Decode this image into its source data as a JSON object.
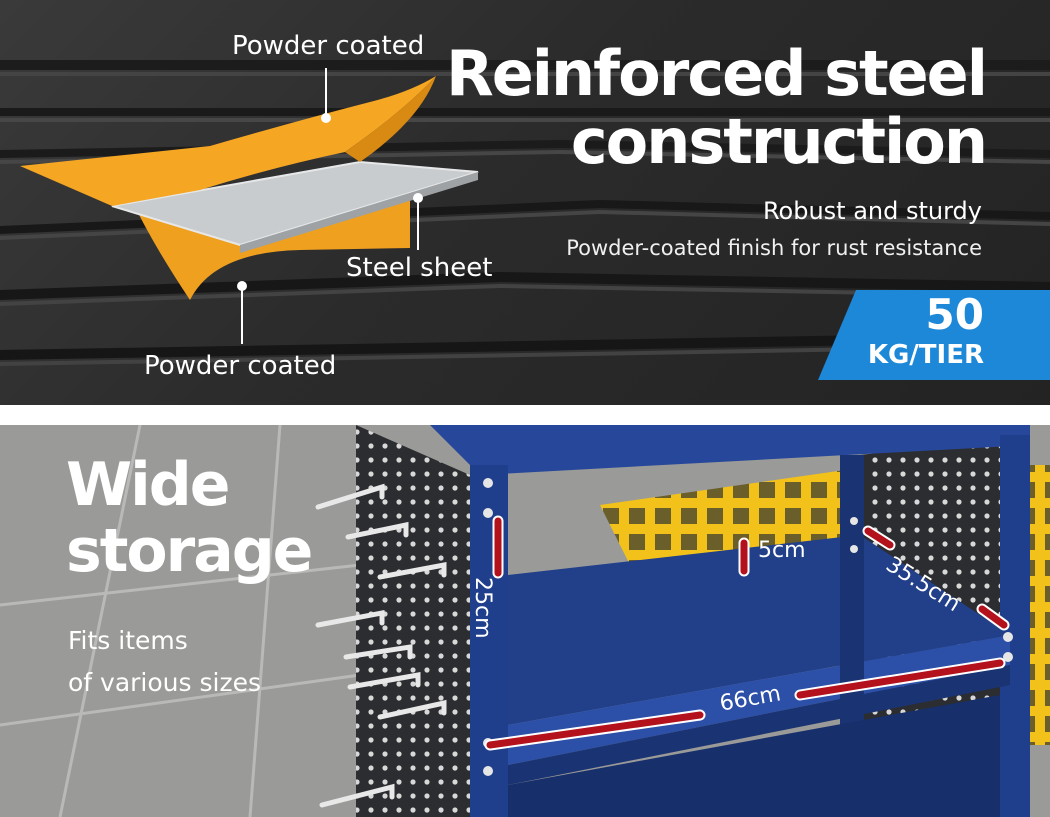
{
  "top_panel": {
    "headline_line1": "Reinforced steel",
    "headline_line2": "construction",
    "subtitle": "Robust and sturdy",
    "description": "Powder-coated finish for rust resistance",
    "badge": {
      "number": "50",
      "unit": "KG/TIER"
    },
    "layer_labels": {
      "top": "Powder coated",
      "middle": "Steel sheet",
      "bottom": "Powder coated"
    },
    "colors": {
      "badge": "#1e88d8",
      "coating": "#f5a623",
      "steel": "#c9ccce"
    }
  },
  "bottom_panel": {
    "title_line1": "Wide",
    "title_line2": "storage",
    "caption_line1": "Fits items",
    "caption_line2": "of various sizes",
    "dimensions": {
      "height": "25cm",
      "lip": "5cm",
      "depth": "35.5cm",
      "width": "66cm"
    },
    "colors": {
      "cart": "#1f3f8c",
      "marker": "#b3121c",
      "grate": "#f2c21a",
      "pegboard": "#2b2d30"
    }
  }
}
